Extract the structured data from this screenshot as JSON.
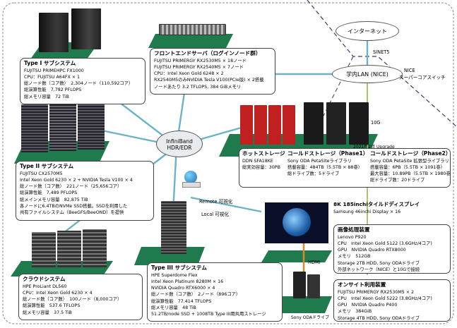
{
  "network": {
    "internet": "インターネット",
    "sinet": "SINET5",
    "campus_lan": "学内LAN (NICE)",
    "nice_switch_line1": "NICE",
    "nice_switch_line2": "スーパーコアスイッチ",
    "ten_g": "10G",
    "upgrade": "2021年2月 Upgrade",
    "infiniband_line1": "InfiniBand",
    "infiniband_line2": "HDR/EDR",
    "remote_viz": "Remote 可視化",
    "local_viz": "Local 可視化",
    "hdmi": "HDMI",
    "sony_oda": "Sony ODAドライブ"
  },
  "type1": {
    "title": "Type I サブシステム",
    "lines": [
      "FUJITSU PRIMEHPC FX1000",
      "CPU：FUJITSU A64FX × 1",
      "総ノード数（コア数）　2,304ノード（110,592コア）",
      "総演算性能　7,782 PFLOPS",
      "総メモリ容量　72 TiB"
    ]
  },
  "type2": {
    "title": "Type II サブシステム",
    "lines": [
      "FUJITSU CX2570M5",
      "Intel Xeon Gold 6230 × 2 + NVIDIA Tesla V100 × 4",
      "総ノード数（コア数）　221ノード（25,656コア）",
      "総演算性能　7,489 PFLOPS",
      "総メインメモリ容量　82,875 TiB",
      "各ノードに6.4TBのNVMe SSD搭載。SSDを利用した",
      "共有ファイルシステム（BeeGFS/BeeOND）を提供"
    ]
  },
  "cloud": {
    "title": "クラウドシステム",
    "lines": [
      "HPE ProLiant DL560",
      "CPU：Intel Xeon Gold 6230 × 4",
      "総ノード数（コア数）　100ノード（8,000コア）",
      "総演算性能　537.6 TFLOPS",
      "総メモリ容量　37.5 TiB"
    ]
  },
  "frontend": {
    "title": "フロントエンドサーバ（ログインノード群）",
    "lines": [
      "FUJITSU PRIMERGY RX2530M5 × 18ノード",
      "FUJITSU PRIMERGY RX2540M5 × 7ノード",
      "CPU：Intel Xeon Gold 6248 × 2",
      "RX2540M5のみNVIDIA Tesla V100(PCIe版) × 2搭載",
      "ノードあたり 3.2 TFLOPS, 384 GiBメモリ"
    ]
  },
  "storage": {
    "hot_title": "ホットストレージ",
    "hot_lines": [
      "DDN SFA18KE",
      "総実効容量：30PB"
    ],
    "cold1_title": "コールドストレージ（Phase1）",
    "cold1_lines": [
      "Sony ODA PetaSiteライブラリ",
      "搭載容量：484TB（5.5TB × 88巻）",
      "総ドライブ数：5ドライブ"
    ],
    "cold2_title": "コールドストレージ（Phase2）",
    "cold2_lines": [
      "Sony ODA PetaSite 拡張型ライブラリ",
      "搭載容量：6PB（5.5TB × 1091巻）",
      "最大容量：10.89PB（5.5TB × 1980巻）",
      "総ドライブ数：20ドライブ"
    ]
  },
  "display": {
    "title": "8K 185inchiタイルドディスプレイ",
    "subtitle": "Samsung 46inchi Display × 16"
  },
  "image_proc": {
    "title": "画像処理装置",
    "lines": [
      "Lenovo P920",
      "CPU　Intel Xeon Gold 5122 (3.6GHz/4コア)",
      "GPU　NVIDIA Quadro RTX8000",
      "メモリ　512GB",
      "Storage 2TB HDD, Sony ODAドライブ",
      "外部ネットワーク（NICE）と10Gで接続"
    ]
  },
  "onsite": {
    "title": "オンサイト利用装置",
    "lines": [
      "FUJITSU PRIMERGY RX2530M5 × 2",
      "CPU　Intel Xeon Gold 5222 (3.8GHz/4コア)",
      "GPU　NVIDIA Quadro P400",
      "メモリ　384GiB",
      "Storage 4TB HDD, Sony ODAドライブ"
    ]
  },
  "type3": {
    "title": "Type III サブシステム",
    "lines": [
      "HPE Superdome Flex",
      "Intel Xeon Platinum 8280M × 16",
      "NVIDIA Quadro RTX6000 × 4",
      "総ノード数（コア数）　2ノード（896コア）",
      "総演算性能　77.414 TFLOPS",
      "総メモリ容量　48 TiB",
      "51.2TB/node SSD + 1008TB Type III用共用ストレージ"
    ]
  },
  "colors": {
    "ground": "#1f7a4e",
    "link": "#6ab3c9",
    "ethernet": "#a8c870",
    "hdmi": "#e0892a",
    "dashed": "#3a3a6a"
  }
}
